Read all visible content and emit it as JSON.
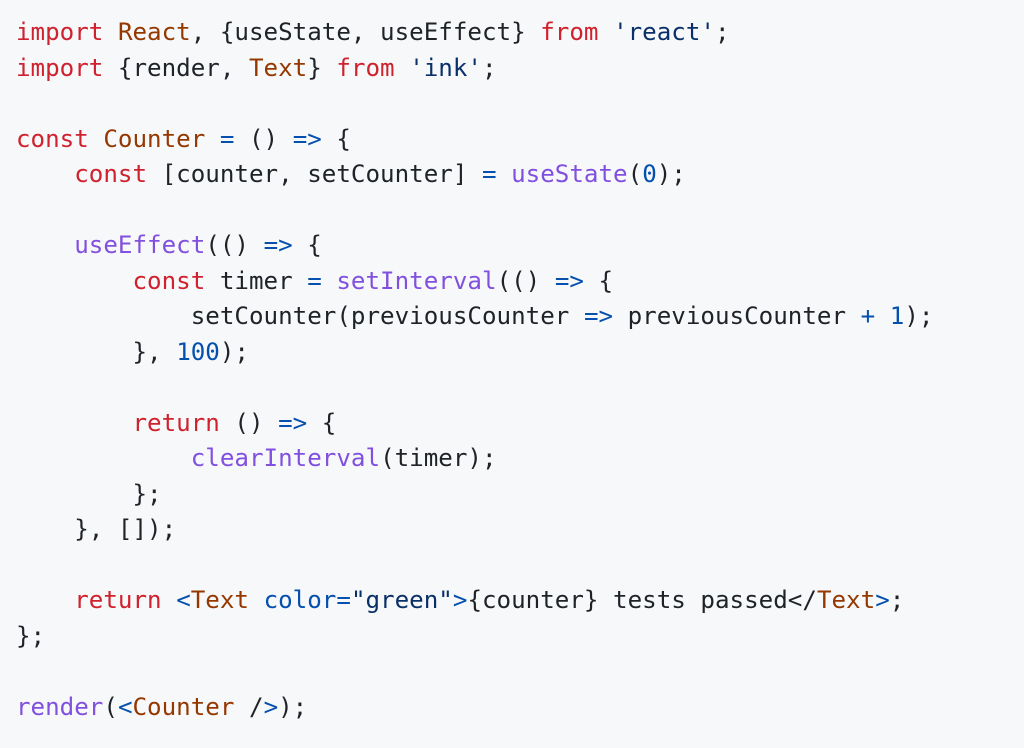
{
  "code_block": {
    "language": "jsx",
    "colors": {
      "background": "#f6f8fa",
      "keyword": "#cf222e",
      "entity": "#953800",
      "string": "#0a3069",
      "operator": "#0550ae",
      "function": "#8250df",
      "text": "#1f2328"
    },
    "lines": [
      [
        [
          "kw",
          "import"
        ],
        [
          "plain",
          " "
        ],
        [
          "ent",
          "React"
        ],
        [
          "plain",
          ", {useState, useEffect} "
        ],
        [
          "kw",
          "from"
        ],
        [
          "plain",
          " "
        ],
        [
          "str",
          "'react'"
        ],
        [
          "plain",
          ";"
        ]
      ],
      [
        [
          "kw",
          "import"
        ],
        [
          "plain",
          " {render, "
        ],
        [
          "ent",
          "Text"
        ],
        [
          "plain",
          "} "
        ],
        [
          "kw",
          "from"
        ],
        [
          "plain",
          " "
        ],
        [
          "str",
          "'ink'"
        ],
        [
          "plain",
          ";"
        ]
      ],
      [],
      [
        [
          "kw",
          "const"
        ],
        [
          "plain",
          " "
        ],
        [
          "ent",
          "Counter"
        ],
        [
          "plain",
          " "
        ],
        [
          "op",
          "="
        ],
        [
          "plain",
          " () "
        ],
        [
          "op",
          "=>"
        ],
        [
          "plain",
          " {"
        ]
      ],
      [
        [
          "plain",
          "    "
        ],
        [
          "kw",
          "const"
        ],
        [
          "plain",
          " [counter, setCounter] "
        ],
        [
          "op",
          "="
        ],
        [
          "plain",
          " "
        ],
        [
          "fn",
          "useState"
        ],
        [
          "plain",
          "("
        ],
        [
          "num",
          "0"
        ],
        [
          "plain",
          ");"
        ]
      ],
      [],
      [
        [
          "plain",
          "    "
        ],
        [
          "fn",
          "useEffect"
        ],
        [
          "plain",
          "(() "
        ],
        [
          "op",
          "=>"
        ],
        [
          "plain",
          " {"
        ]
      ],
      [
        [
          "plain",
          "        "
        ],
        [
          "kw",
          "const"
        ],
        [
          "plain",
          " timer "
        ],
        [
          "op",
          "="
        ],
        [
          "plain",
          " "
        ],
        [
          "fn",
          "setInterval"
        ],
        [
          "plain",
          "(() "
        ],
        [
          "op",
          "=>"
        ],
        [
          "plain",
          " {"
        ]
      ],
      [
        [
          "plain",
          "            setCounter(previousCounter "
        ],
        [
          "op",
          "=>"
        ],
        [
          "plain",
          " previousCounter "
        ],
        [
          "op",
          "+"
        ],
        [
          "plain",
          " "
        ],
        [
          "num",
          "1"
        ],
        [
          "plain",
          ");"
        ]
      ],
      [
        [
          "plain",
          "        }, "
        ],
        [
          "num",
          "100"
        ],
        [
          "plain",
          ");"
        ]
      ],
      [],
      [
        [
          "plain",
          "        "
        ],
        [
          "kw",
          "return"
        ],
        [
          "plain",
          " () "
        ],
        [
          "op",
          "=>"
        ],
        [
          "plain",
          " {"
        ]
      ],
      [
        [
          "plain",
          "            "
        ],
        [
          "fn",
          "clearInterval"
        ],
        [
          "plain",
          "(timer);"
        ]
      ],
      [
        [
          "plain",
          "        };"
        ]
      ],
      [
        [
          "plain",
          "    }, []);"
        ]
      ],
      [],
      [
        [
          "plain",
          "    "
        ],
        [
          "kw",
          "return"
        ],
        [
          "plain",
          " "
        ],
        [
          "op",
          "<"
        ],
        [
          "ent",
          "Text"
        ],
        [
          "plain",
          " "
        ],
        [
          "attr",
          "color"
        ],
        [
          "op",
          "="
        ],
        [
          "str",
          "\"green\""
        ],
        [
          "op",
          ">"
        ],
        [
          "plain",
          "{counter} tests passed</"
        ],
        [
          "ent",
          "Text"
        ],
        [
          "op",
          ">"
        ],
        [
          "plain",
          ";"
        ]
      ],
      [
        [
          "plain",
          "};"
        ]
      ],
      [],
      [
        [
          "fn",
          "render"
        ],
        [
          "plain",
          "("
        ],
        [
          "op",
          "<"
        ],
        [
          "ent",
          "Counter"
        ],
        [
          "plain",
          " /"
        ],
        [
          "op",
          ">"
        ],
        [
          "plain",
          ");"
        ]
      ]
    ]
  }
}
